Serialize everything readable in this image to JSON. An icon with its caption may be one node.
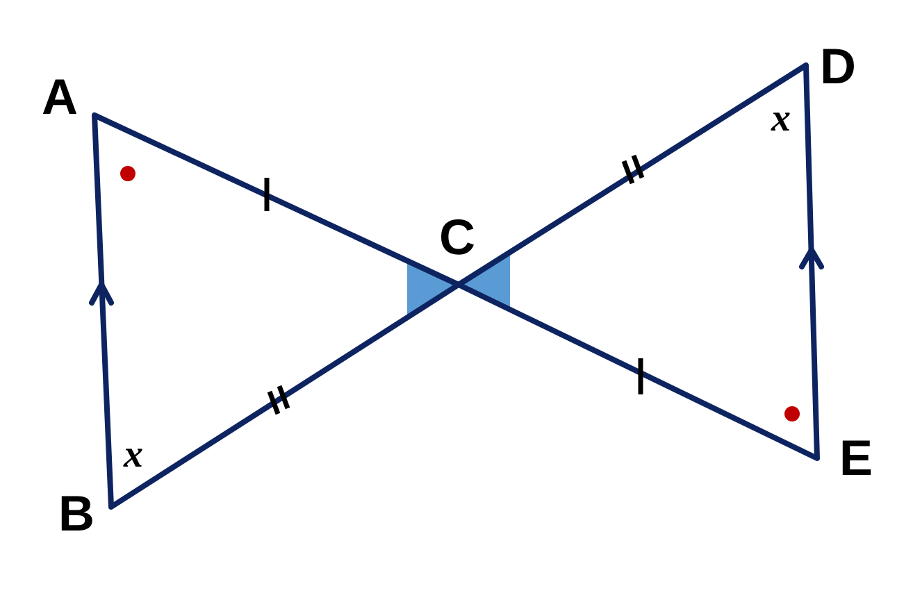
{
  "diagram": {
    "labels": [
      "A",
      "C",
      "D",
      "x",
      "x",
      "B",
      "E"
    ]
  }
}
